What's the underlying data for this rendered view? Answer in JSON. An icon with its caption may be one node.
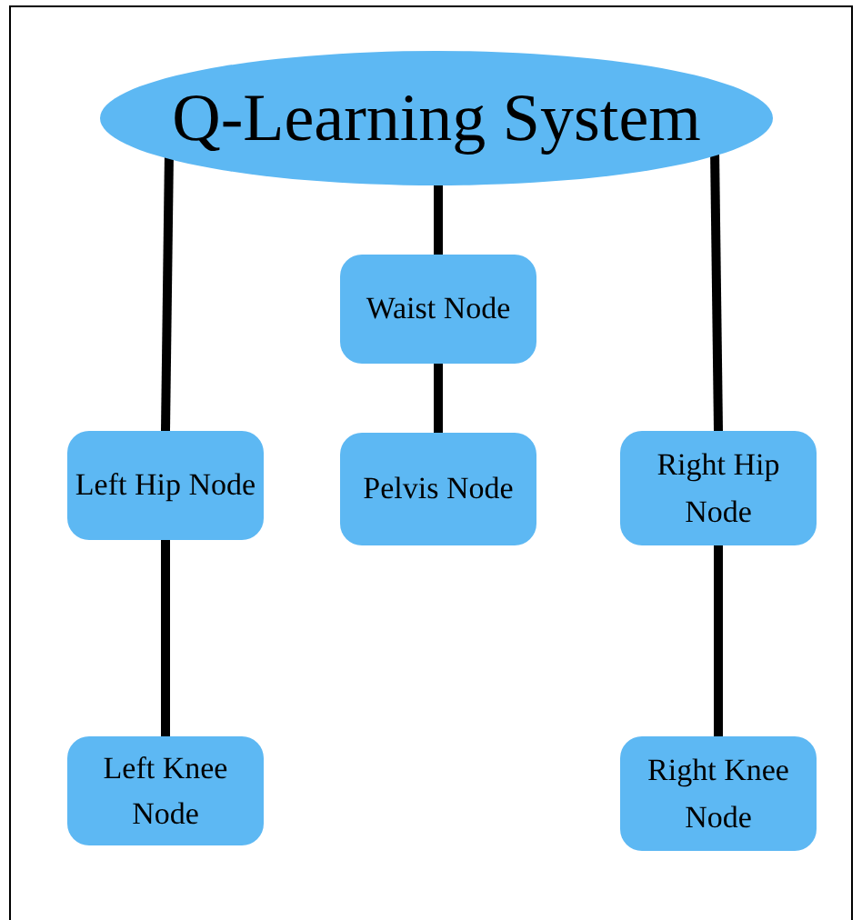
{
  "diagram": {
    "nodes": [
      {
        "text": [
          "Q-Learning System"
        ]
      },
      {
        "text": [
          "Waist Node"
        ]
      },
      {
        "text": [
          "Left Hip Node"
        ]
      },
      {
        "text": [
          "Pelvis Node"
        ]
      },
      {
        "text": [
          "Right Hip Node"
        ]
      },
      {
        "text": [
          "Left Knee Node"
        ]
      },
      {
        "text": [
          "Right Knee Node"
        ]
      }
    ],
    "edges": [
      {
        "from": 0,
        "to": 1,
        "arrow": "none"
      },
      {
        "from": 0,
        "to": 2,
        "arrow": "none"
      },
      {
        "from": 0,
        "to": 4,
        "arrow": "none"
      },
      {
        "from": 1,
        "to": 3,
        "arrow": "none"
      },
      {
        "from": 2,
        "to": 5,
        "arrow": "none"
      },
      {
        "from": 4,
        "to": 6,
        "arrow": "none"
      }
    ]
  }
}
